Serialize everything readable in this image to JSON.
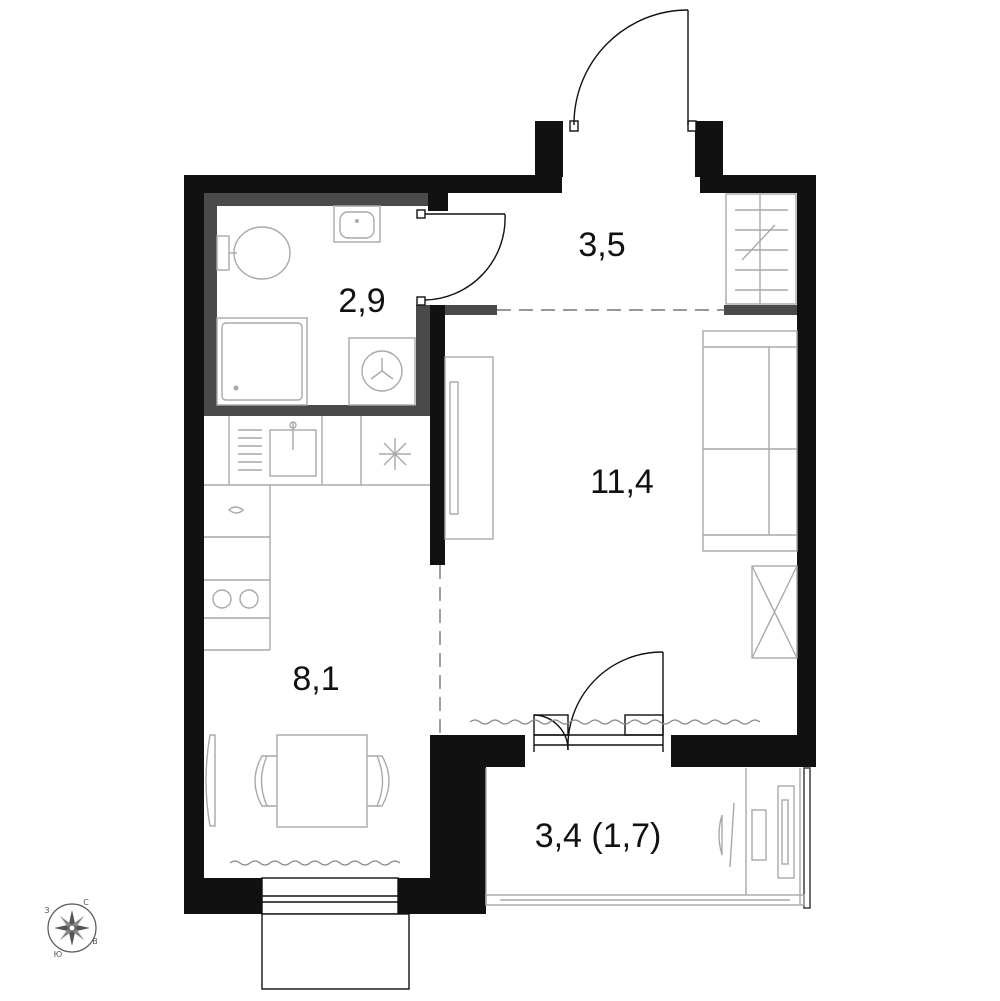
{
  "floorplan": {
    "rooms": [
      {
        "id": "bathroom",
        "area": "2,9"
      },
      {
        "id": "hallway",
        "area": "3,5"
      },
      {
        "id": "living-room",
        "area": "11,4"
      },
      {
        "id": "kitchen",
        "area": "8,1"
      },
      {
        "id": "balcony",
        "area": "3,4 (1,7)"
      }
    ],
    "compass": {
      "n": "С",
      "s": "Ю",
      "e": "В",
      "w": "З"
    },
    "colors": {
      "wall": "#111111",
      "inner_wall": "#4a4a4a",
      "furniture": "#a9a9a9"
    }
  }
}
